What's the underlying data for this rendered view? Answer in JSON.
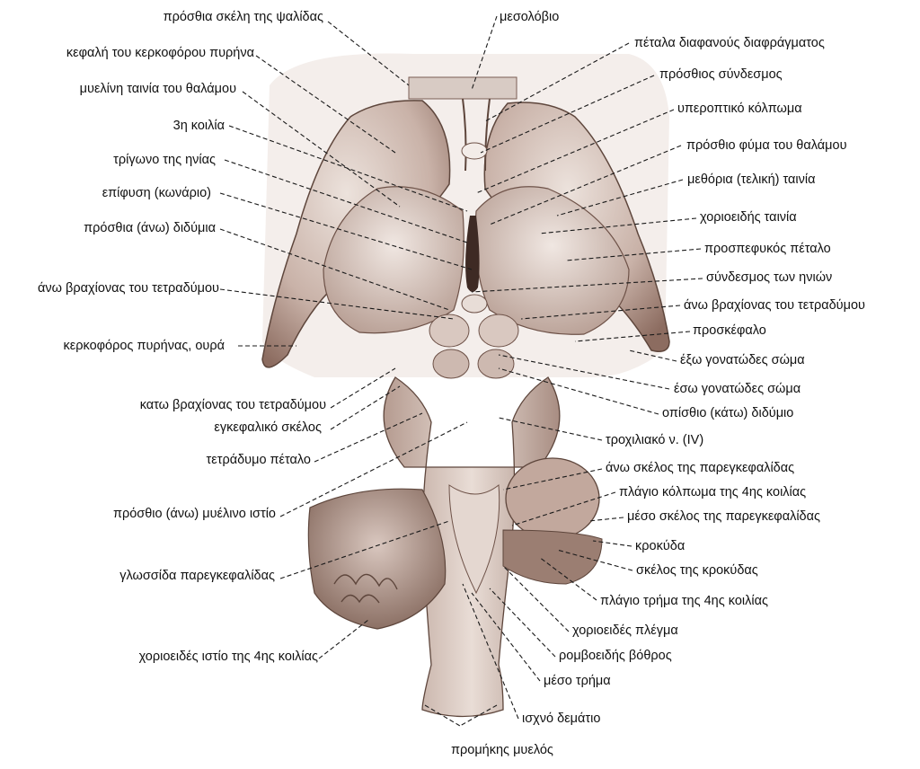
{
  "labels_left": [
    "πρόσθια σκέλη της ψαλίδας",
    "κεφαλή του κερκοφόρου πυρήνα",
    "μυελίνη ταινία του θαλάμου",
    "3η κοιλία",
    "τρίγωνο της ηνίας",
    "επίφυση (κωνάριο)",
    "πρόσθια (άνω) διδύμια",
    "άνω βραχίονας του τετραδύμου",
    "κερκοφόρος πυρήνας, ουρά",
    "κατω βραχίονας του τετραδύμου",
    "εγκεφαλικό σκέλος",
    "τετράδυμο πέταλο",
    "πρόσθιο (άνω) μυέλινο ιστίο",
    "γλωσσίδα παρεγκεφαλίδας",
    "χοριοειδές ιστίο της 4ης κοιλίας"
  ],
  "labels_right": [
    "μεσολόβιο",
    "πέταλα διαφανούς διαφράγματος",
    "πρόσθιος σύνδεσμος",
    "υπεροπτικό κόλπωμα",
    "πρόσθιο φύμα του θαλάμου",
    "μεθόρια (τελική) ταινία",
    "χοριοειδής ταινία",
    "προσπεφυκός πέταλο",
    "σύνδεσμος των ηνιών",
    "άνω βραχίονας του τετραδύμου",
    "προσκέφαλο",
    "έξω γονατώδες σώμα",
    "έσω γονατώδες σώμα",
    "οπίσθιο (κάτω) διδύμιο",
    "τροχιλιακό ν. (IV)",
    "άνω σκέλος της παρεγκεφαλίδας",
    "πλάγιο κόλπωμα της 4ης κοιλίας",
    "μέσο σκέλος της παρεγκεφαλίδας",
    "κροκύδα",
    "σκέλος της κροκύδας",
    "πλάγιο τρήμα της 4ης κοιλίας",
    "χοριοειδές πλέγμα",
    "ρομβοειδής βόθρος",
    "μέσο τρήμα",
    "ισχνό δεμάτιο"
  ],
  "label_bottom": "προμήκης μυελός",
  "colors": {
    "tissue_light": "#e7dad3",
    "tissue_mid": "#cbb3a9",
    "tissue_dark": "#8e6f63",
    "tissue_shadow": "#5e463c",
    "leader_line": "#1a1a1a"
  }
}
